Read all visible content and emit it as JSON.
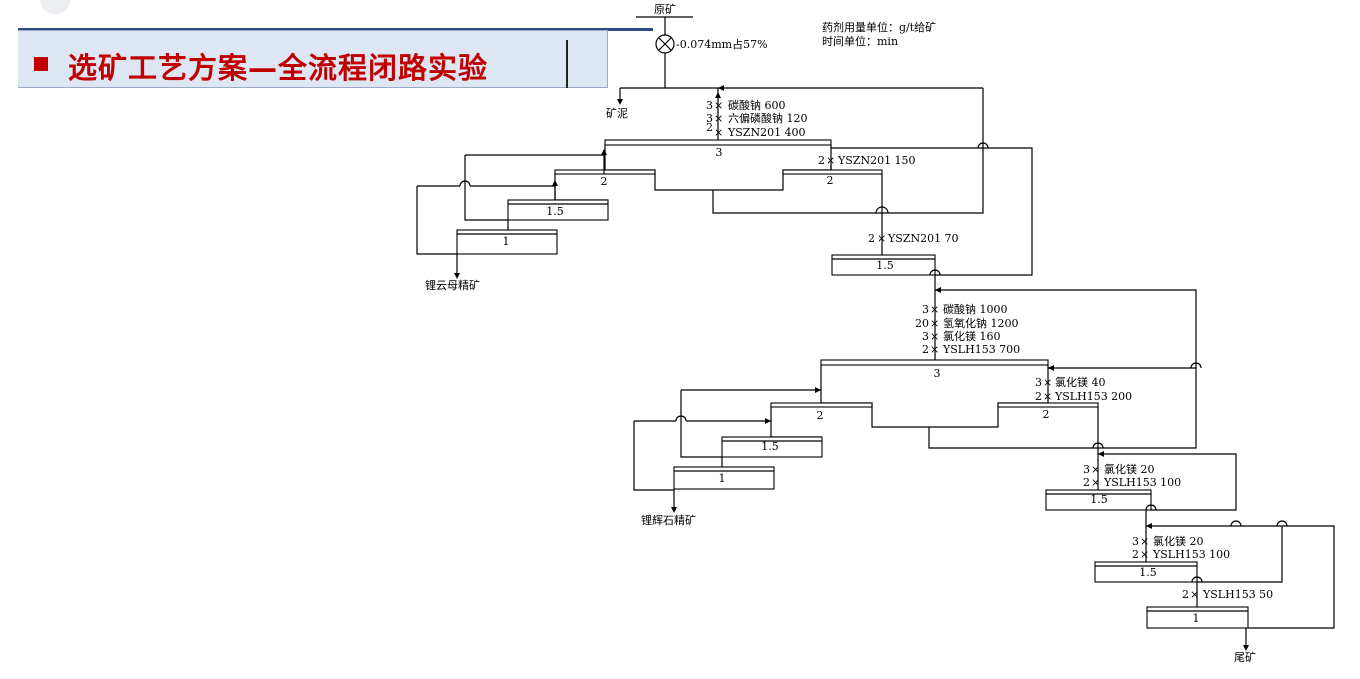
{
  "title": "选矿工艺方案—全流程闭路实验",
  "diagram": {
    "feed": "原矿",
    "grinding": "-0.074mm占57%",
    "units_note": [
      "药剂用量单位：g/t给矿",
      "时间单位：min"
    ],
    "slime": "矿泥",
    "lepidolite": {
      "reagents_rougher": [
        {
          "time": "3",
          "name": "碳酸钠  600"
        },
        {
          "time": "3",
          "name": "六偏磷酸钠  120"
        },
        {
          "time": "2",
          "name": "YSZN201  400"
        }
      ],
      "reagents_scav1": {
        "time": "2",
        "name": "YSZN201  150"
      },
      "reagents_scav2": {
        "time": "2",
        "name": "YSZN201  70"
      },
      "cells": {
        "rougher": "3",
        "cl1": "2",
        "scav1": "2",
        "cl2": "1.5",
        "cl3": "1",
        "scav2": "1.5"
      },
      "product": "锂云母精矿"
    },
    "spodumene": {
      "reagents_rougher": [
        {
          "time": "3",
          "name": "碳酸钠  1000"
        },
        {
          "time": "20",
          "name": "氢氧化钠  1200"
        },
        {
          "time": "3",
          "name": "氯化镁  160"
        },
        {
          "time": "2",
          "name": "YSLH153  700"
        }
      ],
      "reagents_scav1": [
        {
          "time": "3",
          "name": "氯化镁  40"
        },
        {
          "time": "2",
          "name": "YSLH153  200"
        }
      ],
      "reagents_scav2": [
        {
          "time": "3",
          "name": "氯化镁  20"
        },
        {
          "time": "2",
          "name": "YSLH153  100"
        }
      ],
      "reagents_scav3": [
        {
          "time": "3",
          "name": "氯化镁  20"
        },
        {
          "time": "2",
          "name": "YSLH153  100"
        }
      ],
      "reagents_scav4": {
        "time": "2",
        "name": "YSLH153  50"
      },
      "cells": {
        "rougher": "3",
        "cl1": "2",
        "scav1": "2",
        "cl2": "1.5",
        "cl3": "1",
        "scav2": "1.5",
        "scav3": "1.5",
        "scav4": "1"
      },
      "product": "锂辉石精矿",
      "tailings": "尾矿"
    }
  }
}
